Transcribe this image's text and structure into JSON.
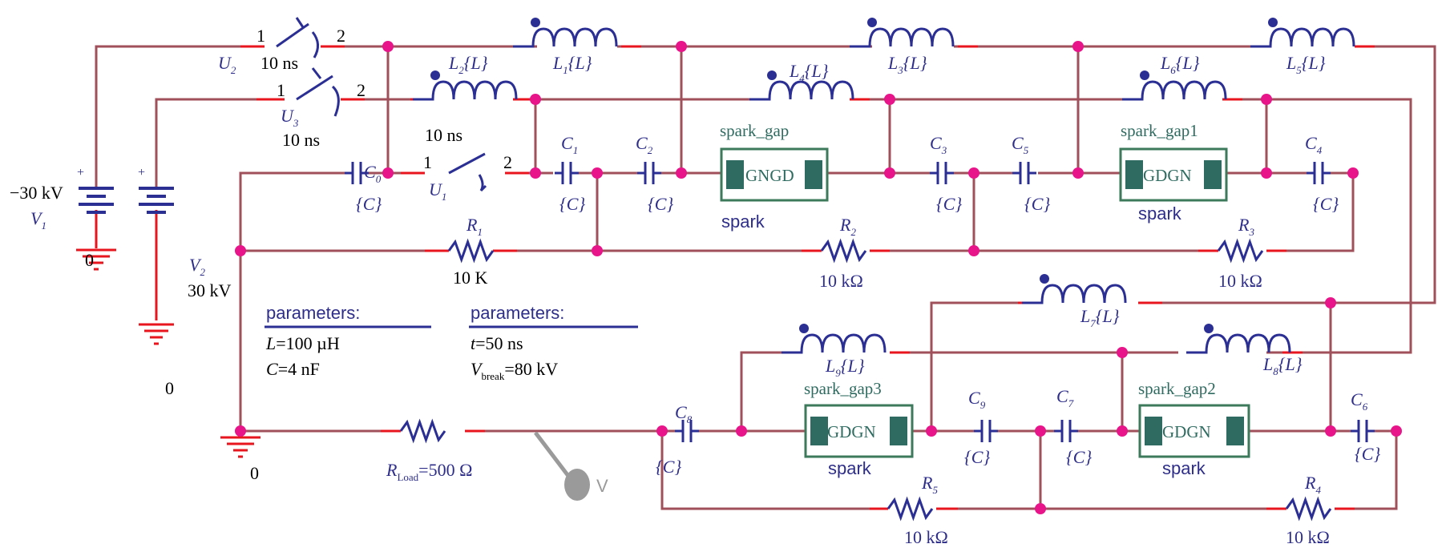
{
  "switches": [
    {
      "name": "U_2",
      "name_base": "U",
      "name_sub": "2",
      "delay": "10 ns",
      "pin_in": "1",
      "pin_out": "2"
    },
    {
      "name": "U_3",
      "name_base": "U",
      "name_sub": "3",
      "delay": "10 ns",
      "pin_in": "1",
      "pin_out": "2"
    },
    {
      "name": "U_1",
      "name_base": "U",
      "name_sub": "1",
      "delay": "10 ns",
      "pin_in": "1",
      "pin_out": "2"
    }
  ],
  "sources": [
    {
      "name": "V_1",
      "name_base": "V",
      "name_sub": "1",
      "value": "−30 kV",
      "ground": "0"
    },
    {
      "name": "V_2",
      "name_base": "V",
      "name_sub": "2",
      "value": "30 kV",
      "ground": "0"
    }
  ],
  "inductors": [
    {
      "name": "L_1",
      "base": "L",
      "sub": "1",
      "value": "{L}"
    },
    {
      "name": "L_2",
      "base": "L",
      "sub": "2",
      "value": "{L}"
    },
    {
      "name": "L_3",
      "base": "L",
      "sub": "3",
      "value": "{L}"
    },
    {
      "name": "L_4",
      "base": "L",
      "sub": "4",
      "value": "{L}"
    },
    {
      "name": "L_5",
      "base": "L",
      "sub": "5",
      "value": "{L}"
    },
    {
      "name": "L_6",
      "base": "L",
      "sub": "6",
      "value": "{L}"
    },
    {
      "name": "L_7",
      "base": "L",
      "sub": "7",
      "value": "{L}"
    },
    {
      "name": "L_8",
      "base": "L",
      "sub": "8",
      "value": "{L}"
    },
    {
      "name": "L_9",
      "base": "L",
      "sub": "9",
      "value": "{L}"
    }
  ],
  "capacitors": [
    {
      "base": "C",
      "sub": "1",
      "value": "{C}"
    },
    {
      "base": "C",
      "sub": "2",
      "value": "{C}"
    },
    {
      "base": "C",
      "sub": "3",
      "value": "{C}"
    },
    {
      "base": "C",
      "sub": "4",
      "value": "{C}"
    },
    {
      "base": "C",
      "sub": "5",
      "value": "{C}"
    },
    {
      "base": "C",
      "sub": "6",
      "value": "{C}"
    },
    {
      "base": "C",
      "sub": "7",
      "value": "{C}"
    },
    {
      "base": "C",
      "sub": "8",
      "value": "{C}"
    },
    {
      "base": "C",
      "sub": "9",
      "value": "{C}"
    },
    {
      "base": "C",
      "sub": "0",
      "value": "{C}"
    }
  ],
  "resistors": [
    {
      "base": "R",
      "sub": "1",
      "value": "10 K"
    },
    {
      "base": "R",
      "sub": "2",
      "value": "10 kΩ"
    },
    {
      "base": "R",
      "sub": "3",
      "value": "10 kΩ"
    },
    {
      "base": "R",
      "sub": "4",
      "value": "10 kΩ"
    },
    {
      "base": "R",
      "sub": "5",
      "value": "10 kΩ"
    }
  ],
  "load": {
    "base": "R",
    "sub": "Load",
    "value": "=500  Ω"
  },
  "spark_gaps": [
    {
      "name": "spark_gap",
      "inner": "GNGD",
      "type": "spark"
    },
    {
      "name": "spark_gap1",
      "inner": "GDGN",
      "type": "spark"
    },
    {
      "name": "spark_gap2",
      "inner": "GDGN",
      "type": "spark"
    },
    {
      "name": "spark_gap3",
      "inner": "GDGN",
      "type": "spark"
    }
  ],
  "parameters": [
    {
      "header": "parameters:",
      "line1_var": "L",
      "line1_rest": "=100 µH",
      "line2_var": "C",
      "line2_rest": "=4 nF"
    },
    {
      "header": "parameters:",
      "line1_var": "t",
      "line1_rest": "=50 ns",
      "line2_var": "V",
      "line2_sub": "break",
      "line2_rest": "=80 kV"
    }
  ],
  "ground_labels": [
    "0",
    "0",
    "0"
  ],
  "probe": {
    "label": "V"
  },
  "colors": {
    "wire": "#a0505a",
    "lead": "#e8141e",
    "component": "#2b2f94",
    "junction": "#e8148a",
    "spark_gap_border": "#3d7a5c",
    "spark_gap_fill": "#2f6b60",
    "probe": "#9a9a9a",
    "ground": "#e8141e"
  }
}
